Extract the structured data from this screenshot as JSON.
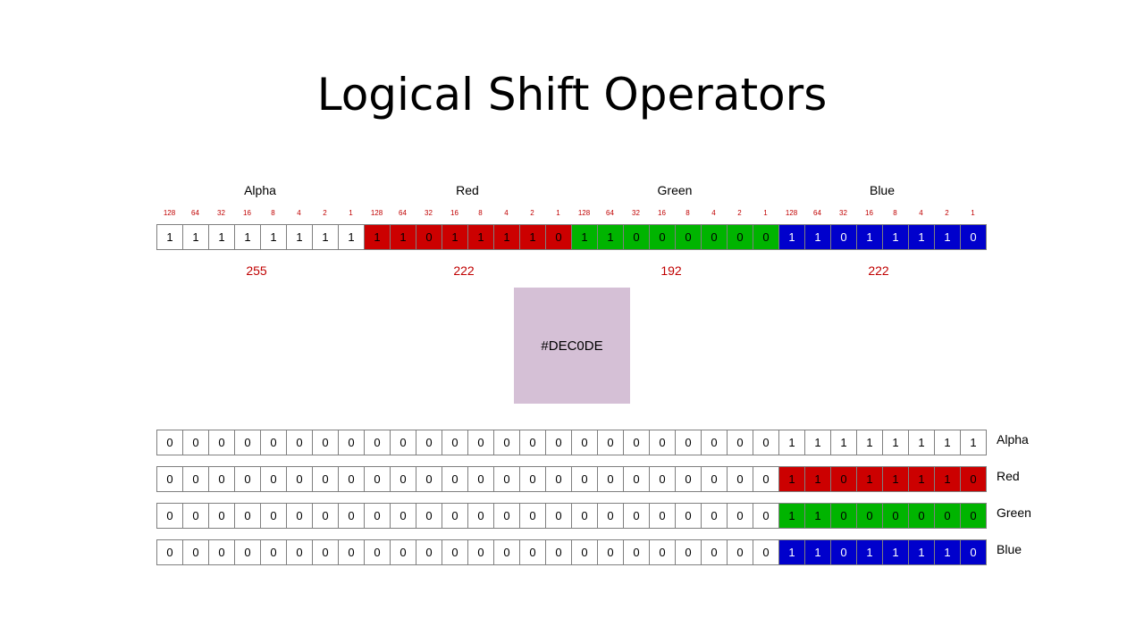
{
  "title": "Logical Shift Operators",
  "groups": [
    {
      "label": "Alpha",
      "decimal": "255"
    },
    {
      "label": "Red",
      "decimal": "222"
    },
    {
      "label": "Green",
      "decimal": "192"
    },
    {
      "label": "Blue",
      "decimal": "222"
    }
  ],
  "weights": [
    "128",
    "64",
    "32",
    "16",
    "8",
    "4",
    "2",
    "1"
  ],
  "top_bits": "11111111110111101100000011011110",
  "swatch": {
    "label": "#DEC0DE",
    "color": "#d5c0d6"
  },
  "shifted_rows": [
    {
      "label": "Alpha",
      "bits": "00000000000000000000000011111111",
      "color_class": "w"
    },
    {
      "label": "Red",
      "bits": "00000000000000000000000011011110",
      "color_class": "r"
    },
    {
      "label": "Green",
      "bits": "00000000000000000000000011000000",
      "color_class": "g"
    },
    {
      "label": "Blue",
      "bits": "00000000000000000000000011011110",
      "color_class": "b"
    }
  ],
  "colors": {
    "red": "#cc0000",
    "green": "#00b400",
    "blue": "#0000cc",
    "weight_text": "#c00000"
  }
}
